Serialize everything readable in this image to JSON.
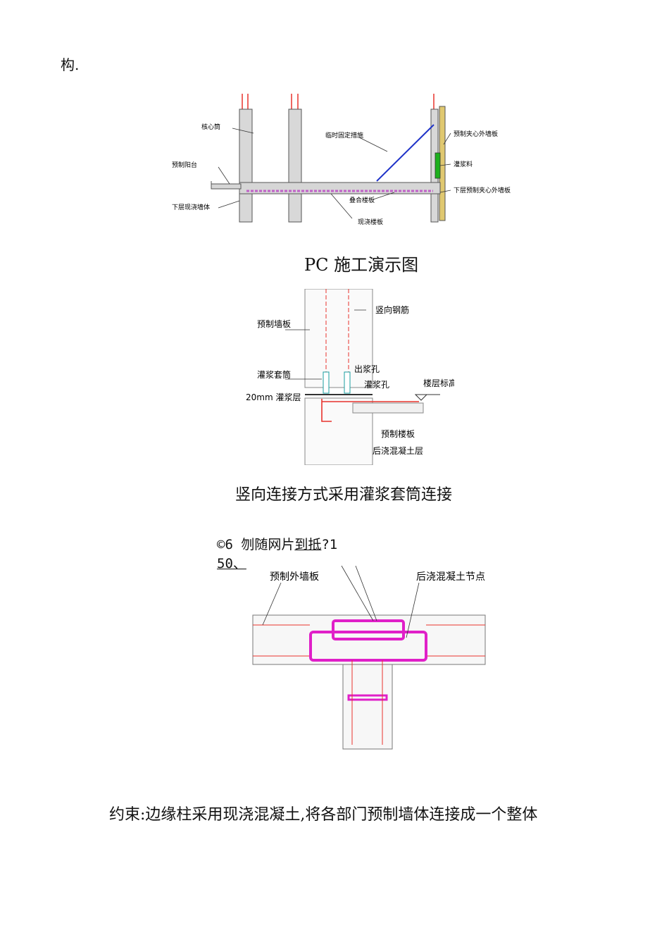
{
  "top_text": "构.",
  "figure1": {
    "caption": "PC 施工演示图",
    "labels": {
      "core_tube": "核心筒",
      "precast_balcony": "预制阳台",
      "lower_cast_wall": "下层现浇墙体",
      "temp_fix": "临时固定措施",
      "sandwich_wall": "预制夹心外墙板",
      "grout": "灌浆料",
      "lower_sandwich_wall": "下层预制夹心外墙板",
      "composite_slab": "叠合楼板",
      "cast_slab": "现浇楼板"
    }
  },
  "figure2": {
    "caption": "竖向连接方式采用灌浆套筒连接",
    "labels": {
      "vertical_rebar": "竖向钢筋",
      "precast_wall": "预制墙板",
      "outlet_hole": "出浆孔",
      "grout_sleeve": "灌浆套筒",
      "grout_hole": "灌浆孔",
      "floor_level": "楼层标高",
      "grout_layer": "20mm 灌浆层",
      "precast_slab": "预制楼板",
      "post_cast_layer": "后浇混凝土层"
    }
  },
  "garbled_line1_a": "©6 刎随网片",
  "garbled_line1_b": "到抵",
  "garbled_line1_c": "?1",
  "garbled_line2": "50、",
  "figure3": {
    "labels": {
      "precast_outer_wall": "预制外墙板",
      "post_cast_node": "后浇混凝土节点"
    }
  },
  "bottom_caption": "约束:边缘柱采用现浇混凝土,将各部门预制墙体连接成一个整体",
  "colors": {
    "rebar": "#e8332c",
    "grout": "#1db01d",
    "brace": "#1f33c8",
    "stirrup": "#e020c8"
  }
}
